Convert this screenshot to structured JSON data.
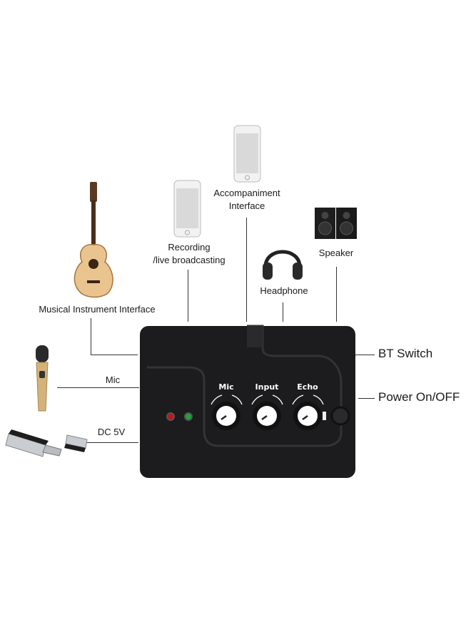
{
  "labels": {
    "instrument": "Musical Instrument Interface",
    "recording_1": "Recording",
    "recording_2": "/live broadcasting",
    "accompaniment_1": "Accompaniment",
    "accompaniment_2": "Interface",
    "headphone": "Headphone",
    "speaker": "Speaker",
    "bt_switch": "BT Switch",
    "power": "Power On/OFF",
    "mic": "Mic",
    "dc": "DC 5V"
  },
  "device": {
    "knobs": [
      "Mic",
      "Input",
      "Echo"
    ],
    "led_colors": [
      "#c0161a",
      "#1fa43a"
    ],
    "body_color": "#1c1c1e"
  }
}
